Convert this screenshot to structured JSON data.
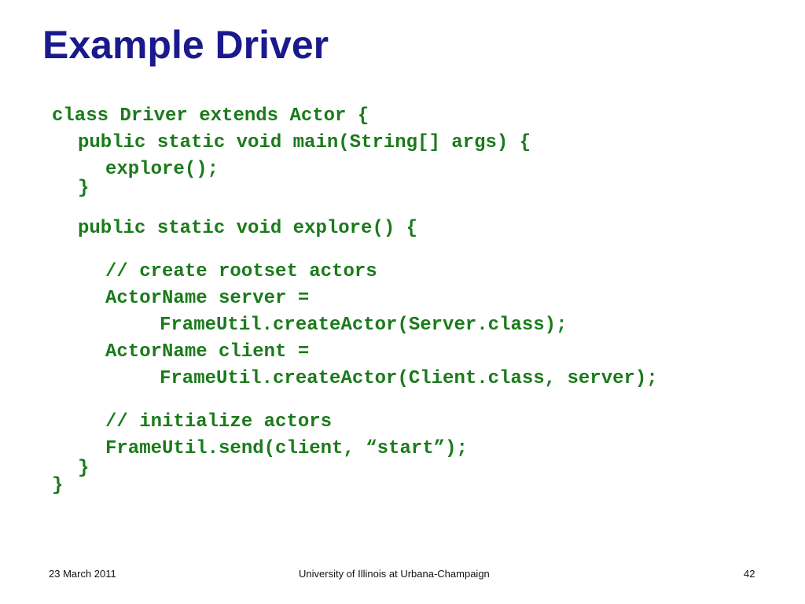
{
  "title": "Example Driver",
  "code_lines": [
    "class Driver extends Actor {",
    "public static void main(String[] args) {",
    "explore();",
    "}",
    "public static void explore() {",
    "// create rootset actors",
    "ActorName server =",
    "FrameUtil.createActor(Server.class);",
    "ActorName client =",
    "FrameUtil.createActor(Client.class, server);",
    "// initialize actors",
    "FrameUtil.send(client, “start”);",
    "}",
    "}"
  ],
  "footer": {
    "date": "23 March 2011",
    "institution": "University of Illinois at Urbana-Champaign",
    "page_number": "42"
  },
  "colors": {
    "title": "#1a1a8c",
    "code": "#1b7a1b"
  }
}
